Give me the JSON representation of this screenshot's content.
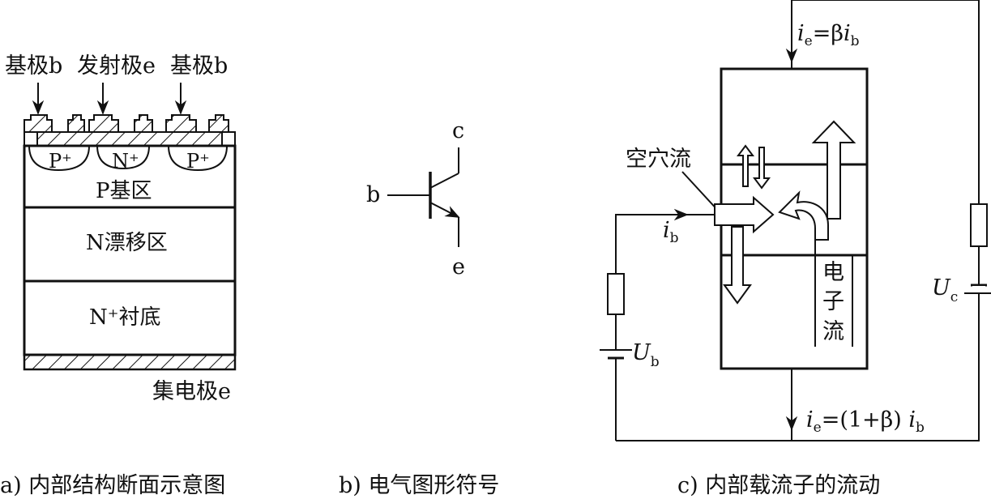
{
  "panel_a": {
    "base_left": "基极b",
    "emitter": "发射极e",
    "base_right": "基极b",
    "p_plus_left": "P⁺",
    "n_plus": "N⁺",
    "p_plus_right": "P⁺",
    "p_base": "P基区",
    "n_drift": "N漂移区",
    "substrate": "N⁺衬底",
    "collector": "集电极e",
    "caption": "a) 内部结构断面示意图"
  },
  "panel_b": {
    "c": "c",
    "b": "b",
    "e": "e",
    "caption": "b) 电气图形符号"
  },
  "panel_c": {
    "ie_top_i": "i",
    "ie_top_sub": "e",
    "ie_top_eq": "=β",
    "ie_top_i2": "i",
    "ie_top_sub2": "b",
    "hole_flow": "空穴流",
    "ib_i": "i",
    "ib_sub": "b",
    "electron_flow": [
      "电",
      "子",
      "流"
    ],
    "ub_u": "U",
    "ub_sub": "b",
    "uc_u": "U",
    "uc_sub": "c",
    "ie_bot_i": "i",
    "ie_bot_sub": "e",
    "ie_bot_eq": "=(1+β) ",
    "ie_bot_i2": "i",
    "ie_bot_sub2": "b",
    "caption": "c) 内部载流子的流动"
  }
}
